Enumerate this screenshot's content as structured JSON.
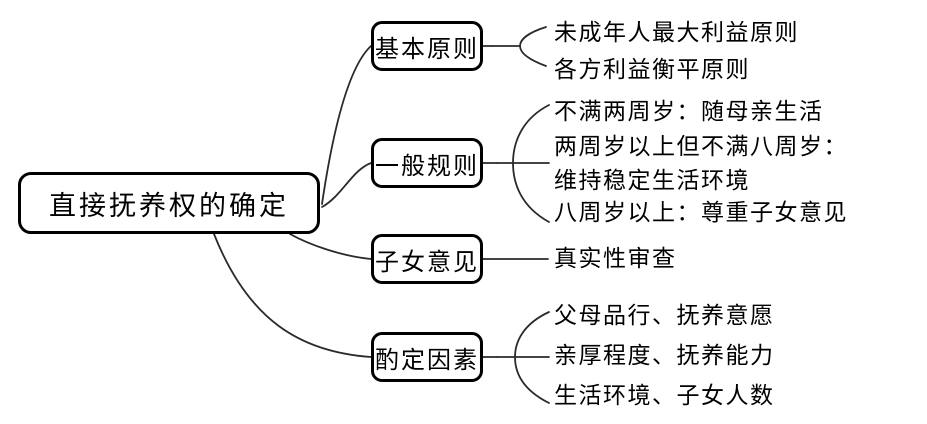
{
  "diagram": {
    "type": "mindmap",
    "title": "直接抚养权的确定",
    "root": {
      "label": "直接抚养权的确定"
    },
    "branches": [
      {
        "label": "基本原则",
        "items": [
          "未成年人最大利益原则",
          "各方利益衡平原则"
        ]
      },
      {
        "label": "一般规则",
        "items": [
          "不满两周岁：随母亲生活",
          "两周岁以上但不满八周岁：\n维持稳定生活环境",
          "八周岁以上：尊重子女意见"
        ]
      },
      {
        "label": "子女意见",
        "items": [
          "真实性审查"
        ]
      },
      {
        "label": "酌定因素",
        "items": [
          "父母品行、抚养意愿",
          "亲厚程度、抚养能力",
          "生活环境、子女人数"
        ]
      }
    ],
    "colors": {
      "background": "#ffffff",
      "text": "#000000",
      "node_border": "#000000",
      "connector": "#2a2a2a"
    }
  }
}
